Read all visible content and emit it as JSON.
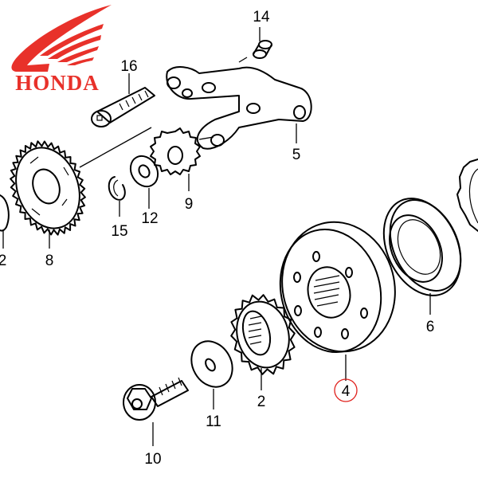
{
  "brand": {
    "name": "HONDA",
    "color": "#e8312a",
    "logo_icon": "honda-wing-icon"
  },
  "diagram": {
    "title": "Kick starter / idle gear assembly",
    "highlight_color": "#e0201c",
    "callouts": [
      {
        "id": "p14",
        "label": "14",
        "part": "dowel-pin"
      },
      {
        "id": "p16",
        "label": "16",
        "part": "socket-bolt"
      },
      {
        "id": "p5",
        "label": "5",
        "part": "link-arm"
      },
      {
        "id": "p9",
        "label": "9",
        "part": "small-gear"
      },
      {
        "id": "p12",
        "label": "12",
        "part": "washer"
      },
      {
        "id": "p15",
        "label": "15",
        "part": "circlip"
      },
      {
        "id": "p8",
        "label": "8",
        "part": "large-gear"
      },
      {
        "id": "p2a",
        "label": "2",
        "part": "partial-part-left-edge"
      },
      {
        "id": "p6",
        "label": "6",
        "part": "one-way-clutch"
      },
      {
        "id": "p4",
        "label": "4",
        "part": "clutch-outer",
        "highlighted": true
      },
      {
        "id": "p2",
        "label": "2",
        "part": "spline-gear"
      },
      {
        "id": "p11",
        "label": "11",
        "part": "flat-washer"
      },
      {
        "id": "p10",
        "label": "10",
        "part": "flange-bolt"
      }
    ]
  }
}
